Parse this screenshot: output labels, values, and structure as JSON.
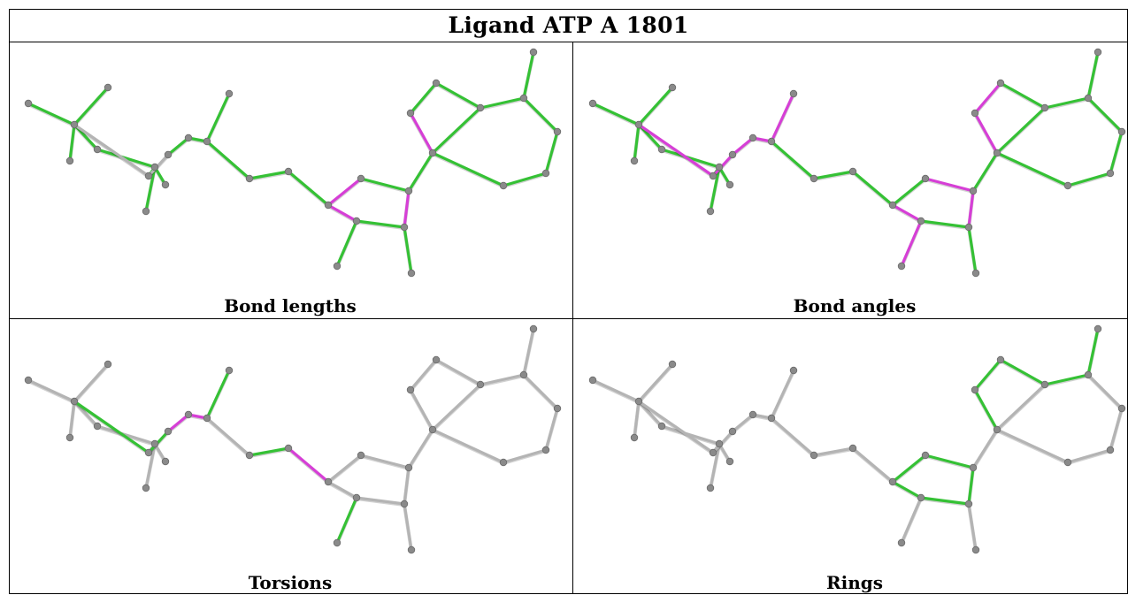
{
  "title": "Ligand ATP A 1801",
  "colors": {
    "outlier": "#d63fd6",
    "ok": "#35c135",
    "unassessed": "#b4b4b4",
    "atom": "#8a8a8a"
  },
  "panels": [
    {
      "label": "Bond lengths",
      "default": "ok",
      "overrides": {
        "9-10": "unassessed",
        "3-9": "unassessed",
        "21-22": "outlier",
        "22-23": "outlier",
        "23-24": "outlier",
        "24-29": "outlier",
        "16-20": "outlier",
        "16-17": "outlier",
        "18-19": "outlier"
      }
    },
    {
      "label": "Bond angles",
      "default": "ok",
      "overrides": {
        "3-9": "outlier",
        "9-10": "outlier",
        "10-11": "outlier",
        "11-12": "outlier",
        "12-13": "outlier",
        "21-22": "outlier",
        "22-23": "outlier",
        "23-24": "outlier",
        "24-25": "outlier",
        "24-29": "outlier",
        "16-20": "outlier",
        "20-21": "outlier",
        "17-18": "outlier",
        "18-19": "outlier"
      }
    },
    {
      "label": "Torsions",
      "default": "unassessed",
      "overrides": {
        "3-9": "ok",
        "9-10": "ok",
        "10-11": "outlier",
        "11-12": "outlier",
        "12-13": "ok",
        "13-14": "ok",
        "14-15": "ok",
        "15-16": "outlier",
        "20-21": "ok"
      }
    },
    {
      "label": "Rings",
      "default": "unassessed",
      "overrides": {
        "16-17": "ok",
        "17-18": "ok",
        "18-19": "ok",
        "19-20": "ok",
        "16-20": "ok",
        "21-22": "ok",
        "22-23": "ok",
        "23-24": "ok",
        "24-29": "ok",
        "21-29": "ok",
        "24-25": "ok",
        "25-26": "ok",
        "26-27": "ok",
        "27-28": "ok",
        "28-29": "ok"
      }
    }
  ]
}
